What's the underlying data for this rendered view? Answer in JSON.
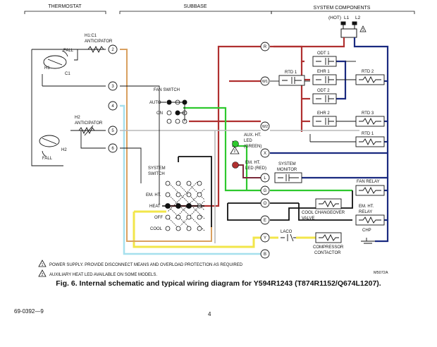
{
  "headers": {
    "thermostat": "THERMOSTAT",
    "subbase": "SUBBASE",
    "system_components": "SYSTEM COMPONENTS"
  },
  "power_labels": {
    "hot": "(HOT)",
    "l1": "L1",
    "l2": "L2"
  },
  "thermostat": {
    "anticipator1": "H1:C1",
    "anticipator1_sub": "ANTICIPATOR",
    "fall_top": "FALL",
    "h1": "H1",
    "c1": "C1",
    "anticipator2": "H2",
    "anticipator2_sub": "ANTICIPATOR",
    "h2": "H2",
    "fall_bottom": "FALL"
  },
  "terminals_left": [
    "2",
    "3",
    "4",
    "5",
    "6"
  ],
  "subbase": {
    "fan_switch": "FAN SWITCH",
    "auto": "AUTO",
    "on": "ON",
    "system_switch_1": "SYSTEM",
    "system_switch_2": "SWITCH",
    "em_ht": "EM. HT.",
    "heat": "HEAT",
    "off": "OFF",
    "cool": "COOL"
  },
  "terminals_mid": [
    "R",
    "W1",
    "W2",
    "X",
    "L",
    "G",
    "O",
    "E",
    "Y",
    "B"
  ],
  "components": {
    "odt1": "ODT 1",
    "rtd1": "RTD 1",
    "ehr1": "EHR 1",
    "rtd2": "RTD 2",
    "odt2": "ODT 2",
    "ehr2": "EHR 2",
    "rtd3": "RTD 3",
    "rtd1b": "RTD 1",
    "aux_led_1": "AUX. HT.",
    "aux_led_2": "LED",
    "aux_led_3": "(GREEN)",
    "em_led_1": "EM. HT.",
    "em_led_2": "LED (RED)",
    "system_monitor_1": "SYSTEM",
    "system_monitor_2": "MONITOR",
    "fan_relay": "FAN RELAY",
    "em_ht_relay_1": "EM. HT.",
    "em_ht_relay_2": "RELAY",
    "cool_changeover_1": "COOL CHANGEOVER",
    "cool_changeover_2": "VALVE",
    "laco": "LACO",
    "chp": "CHP",
    "compressor_1": "COMPRESSOR",
    "compressor_2": "CONTACTOR"
  },
  "notes": {
    "note1_num": "1",
    "note1": "POWER SUPPLY. PROVIDE DISCONNECT MEANS AND OVERLOAD PROTECTION AS REQUIRED",
    "note2_num": "2",
    "note2": "AUXILIARY HEAT LED AVAILABLE ON SOME MODELS."
  },
  "figure_code": "M5072A",
  "caption": "Fig. 6. Internal schematic and typical wiring diagram for Y594R1243 (T874R1152/Q674L1207).",
  "footer": {
    "doc_number": "69-0392—9",
    "page": "4"
  },
  "colors": {
    "red_wire": "#b03030",
    "blue_wire": "#1a2a80",
    "green_wire": "#2ec82e",
    "yellow_wire": "#f2e64a",
    "orange_wire": "#d9a060",
    "lightblue_wire": "#a6e0ee",
    "gray_wire": "#b8b8b8",
    "black_wire": "#111111",
    "purple_wire": "#7a3a8a"
  }
}
